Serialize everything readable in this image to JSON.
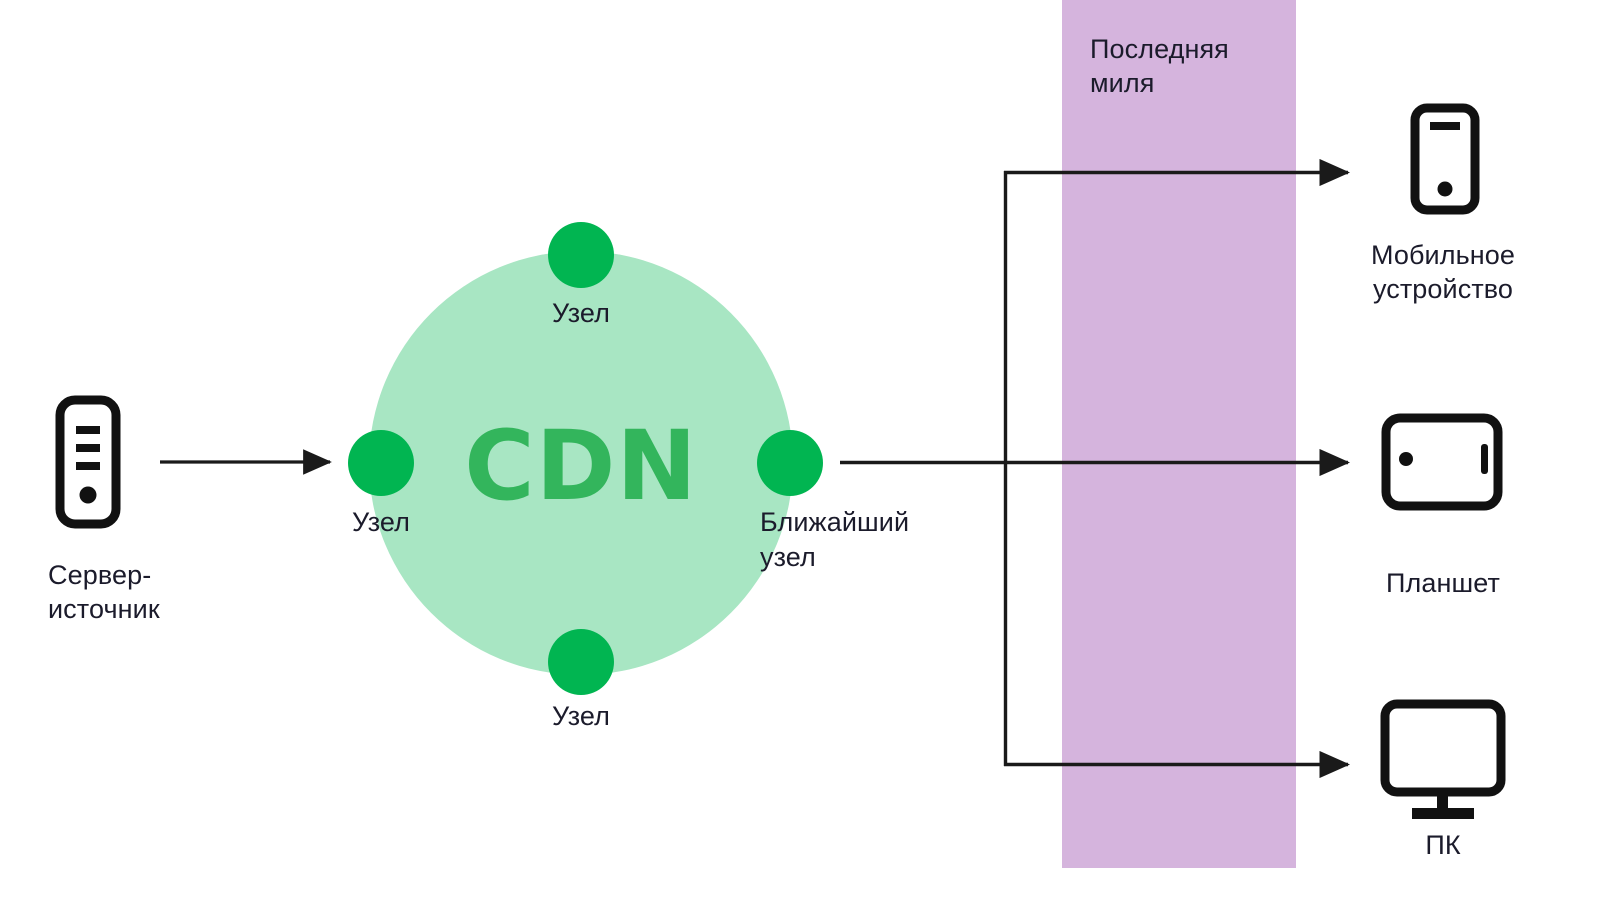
{
  "diagram": {
    "title_text": "CDN",
    "colors": {
      "cloud_fill": "#a8e6c3",
      "node_fill": "#01b551",
      "cdn_text": "#33b55c",
      "last_mile_band": "#d5b4dd",
      "line": "#1a1a1a",
      "label_text": "#1b1b2b",
      "background": "#ffffff"
    },
    "source": {
      "icon": "server-icon",
      "label_line1": "Сервер-",
      "label_line2": "источник"
    },
    "cloud": {
      "center_label": "CDN",
      "nodes": [
        {
          "id": "node-top",
          "label": "Узел",
          "position": "top"
        },
        {
          "id": "node-left",
          "label": "Узел",
          "position": "left"
        },
        {
          "id": "node-right",
          "label_line1": "Ближайший",
          "label_line2": "узел",
          "position": "right"
        },
        {
          "id": "node-bottom",
          "label": "Узел",
          "position": "bottom"
        }
      ]
    },
    "last_mile": {
      "label_line1": "Последняя",
      "label_line2": "миля"
    },
    "devices": [
      {
        "id": "mobile",
        "icon": "mobile-phone-icon",
        "label_line1": "Мобильное",
        "label_line2": "устройство"
      },
      {
        "id": "tablet",
        "icon": "tablet-icon",
        "label_line1": "Планшет",
        "label_line2": ""
      },
      {
        "id": "pc",
        "icon": "desktop-monitor-icon",
        "label_line1": "ПК",
        "label_line2": ""
      }
    ],
    "connectors": [
      {
        "id": "server-to-cdn",
        "from": "server",
        "to": "node-left",
        "style": "arrow-right"
      },
      {
        "id": "cdn-to-trunk",
        "from": "node-right",
        "to": "trunk",
        "style": "line"
      },
      {
        "id": "trunk-to-mobile",
        "from": "trunk",
        "to": "mobile",
        "style": "arrow-right"
      },
      {
        "id": "trunk-to-tablet",
        "from": "trunk",
        "to": "tablet",
        "style": "arrow-right"
      },
      {
        "id": "trunk-to-pc",
        "from": "trunk",
        "to": "pc",
        "style": "arrow-right"
      }
    ]
  }
}
